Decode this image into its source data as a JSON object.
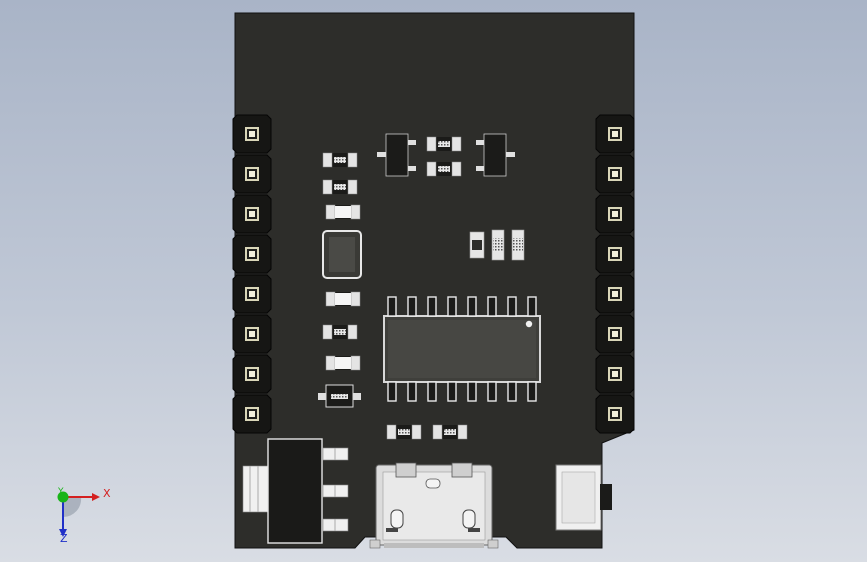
{
  "viewport": {
    "background_top": "#a9b4c7",
    "background_bottom": "#d9dde4"
  },
  "pcb": {
    "board_color": "#2d2d2a",
    "header_color": "#161614",
    "pin_color": "#d9d6b8",
    "chip_color": "#3f3f3b",
    "left_header_pins": 8,
    "right_header_pins": 8,
    "ic_pins_per_side": 8
  },
  "triad": {
    "x_label": "X",
    "y_label": "Y",
    "z_label": "Z",
    "x_color": "#d42020",
    "y_color": "#18b418",
    "z_color": "#2030c8"
  }
}
